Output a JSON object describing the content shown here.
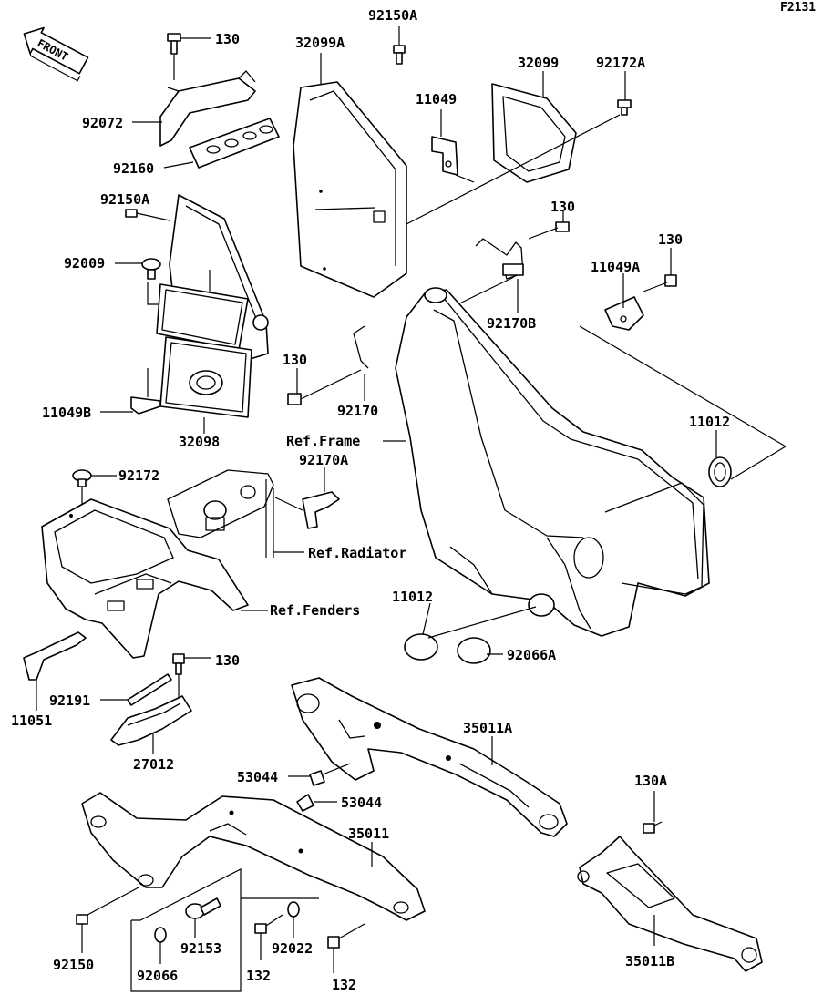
{
  "figure_code": "F2131",
  "front_label": "FRONT",
  "labels": {
    "l130_a": "130",
    "l32099A": "32099A",
    "l92150A_top": "92150A",
    "l32099": "32099",
    "l92172A": "92172A",
    "l92072": "92072",
    "l11049": "11049",
    "l92160": "92160",
    "l92150A_mid": "92150A",
    "l130_b": "130",
    "l130_c": "130",
    "l92009": "92009",
    "l11049A": "11049A",
    "l92170B": "92170B",
    "l130_d": "130",
    "l92170": "92170",
    "l11049B": "11049B",
    "l32098": "32098",
    "l11012_r": "11012",
    "ref_frame": "Ref.Frame",
    "l92170A": "92170A",
    "l92172": "92172",
    "ref_radiator": "Ref.Radiator",
    "ref_fenders": "Ref.Fenders",
    "l11012_m": "11012",
    "l92066A": "92066A",
    "l130_e": "130",
    "l92191": "92191",
    "l11051": "11051",
    "l35011A": "35011A",
    "l27012": "27012",
    "l53044_a": "53044",
    "l53044_b": "53044",
    "l130A": "130A",
    "l35011": "35011",
    "l92150": "92150",
    "l92153": "92153",
    "l92022": "92022",
    "l92066": "92066",
    "l132_a": "132",
    "l132_b": "132",
    "l35011B": "35011B"
  }
}
